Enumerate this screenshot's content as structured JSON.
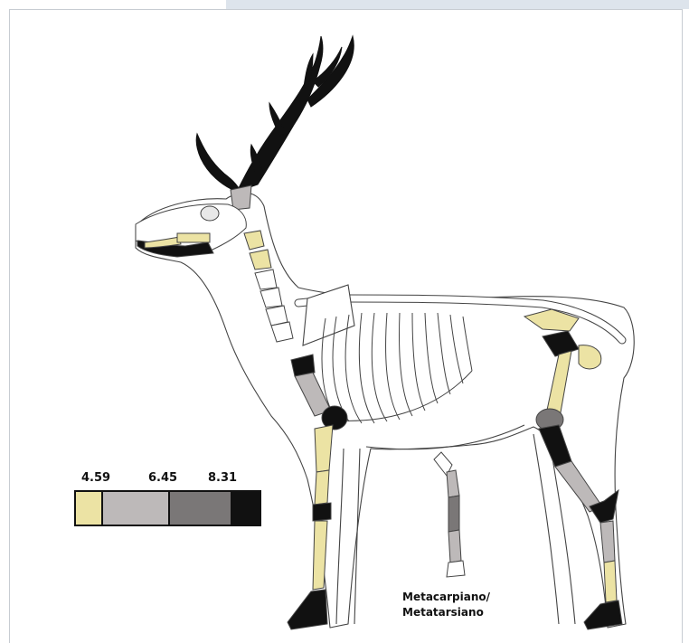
{
  "legend": {
    "labels": [
      "4.59",
      "6.45",
      "8.31"
    ],
    "colors": [
      "#ece3a4",
      "#bdb9b9",
      "#7a7777",
      "#111111"
    ]
  },
  "caption": {
    "line1": "Metacarpiano/",
    "line2": "Metatarsiano"
  },
  "colors": {
    "outline": "#444444",
    "bone_fill": "#ffffff",
    "background": "#ffffff"
  },
  "icons": [
    "deer-silhouette",
    "deer-skeleton",
    "metapodial-bone"
  ]
}
